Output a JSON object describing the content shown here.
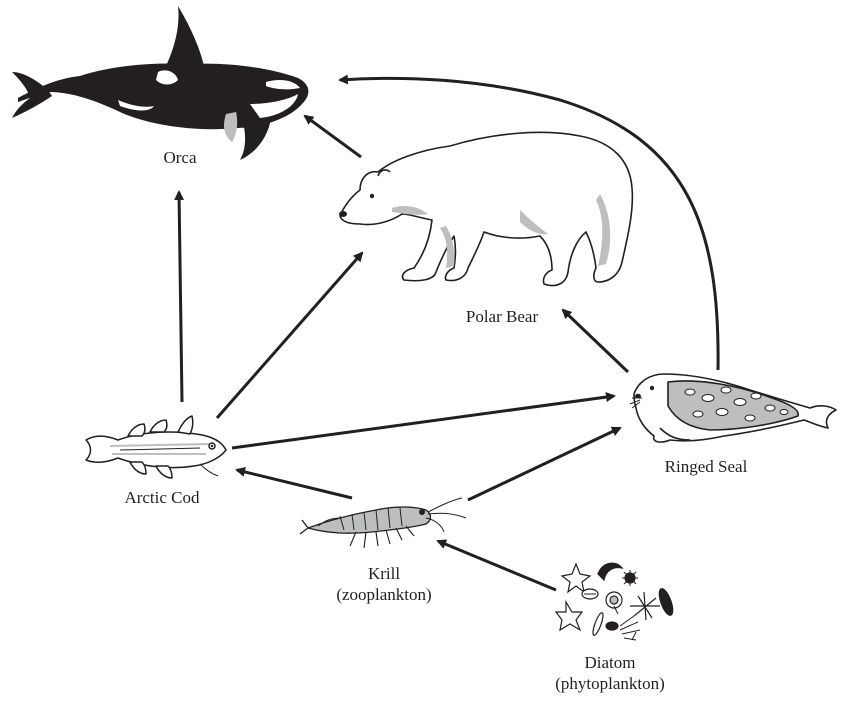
{
  "organisms": {
    "orca": {
      "name": "Orca"
    },
    "polar_bear": {
      "name": "Polar Bear"
    },
    "ringed_seal": {
      "name": "Ringed Seal"
    },
    "arctic_cod": {
      "name": "Arctic Cod"
    },
    "krill": {
      "name": "Krill",
      "sub": "(zooplankton)"
    },
    "diatom": {
      "name": "Diatom",
      "sub": "(phytoplankton)"
    }
  },
  "links": [
    {
      "from": "diatom",
      "to": "krill"
    },
    {
      "from": "krill",
      "to": "arctic_cod"
    },
    {
      "from": "krill",
      "to": "ringed_seal"
    },
    {
      "from": "arctic_cod",
      "to": "ringed_seal"
    },
    {
      "from": "arctic_cod",
      "to": "polar_bear"
    },
    {
      "from": "arctic_cod",
      "to": "orca"
    },
    {
      "from": "ringed_seal",
      "to": "polar_bear"
    },
    {
      "from": "ringed_seal",
      "to": "orca"
    },
    {
      "from": "polar_bear",
      "to": "orca"
    }
  ],
  "colors": {
    "ink": "#231f20",
    "shade": "#bcbec0",
    "white": "#ffffff"
  }
}
